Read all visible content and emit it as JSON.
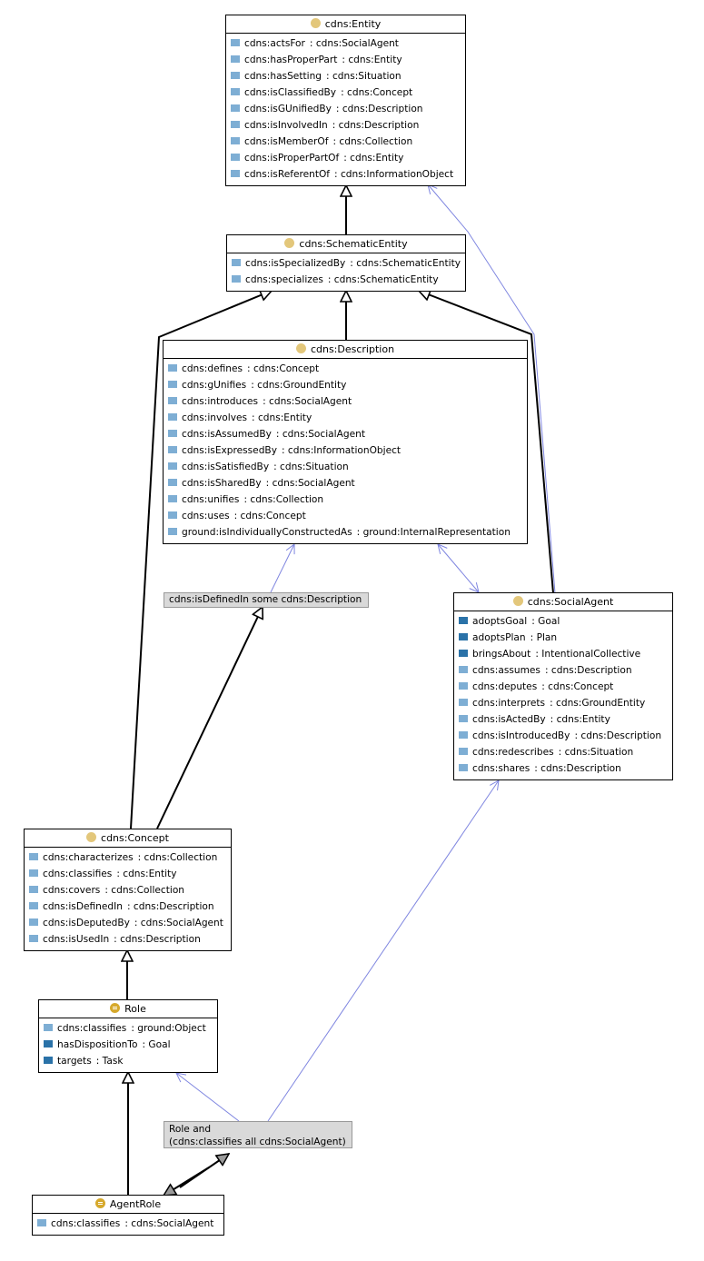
{
  "classes": {
    "entity": {
      "name": "cdns:Entity",
      "icon": "class-circle-icon",
      "properties": [
        {
          "name": "cdns:actsFor",
          "type": ": cdns:SocialAgent",
          "kind": "object-property"
        },
        {
          "name": "cdns:hasProperPart",
          "type": ": cdns:Entity",
          "kind": "object-property"
        },
        {
          "name": "cdns:hasSetting",
          "type": ": cdns:Situation",
          "kind": "object-property"
        },
        {
          "name": "cdns:isClassifiedBy",
          "type": ": cdns:Concept",
          "kind": "object-property"
        },
        {
          "name": "cdns:isGUnifiedBy",
          "type": ": cdns:Description",
          "kind": "object-property"
        },
        {
          "name": "cdns:isInvolvedIn",
          "type": ": cdns:Description",
          "kind": "object-property"
        },
        {
          "name": "cdns:isMemberOf",
          "type": ": cdns:Collection",
          "kind": "object-property"
        },
        {
          "name": "cdns:isProperPartOf",
          "type": ": cdns:Entity",
          "kind": "object-property"
        },
        {
          "name": "cdns:isReferentOf",
          "type": ": cdns:InformationObject",
          "kind": "object-property"
        }
      ]
    },
    "schematic_entity": {
      "name": "cdns:SchematicEntity",
      "icon": "class-circle-icon",
      "properties": [
        {
          "name": "cdns:isSpecializedBy",
          "type": ": cdns:SchematicEntity",
          "kind": "object-property"
        },
        {
          "name": "cdns:specializes",
          "type": ": cdns:SchematicEntity",
          "kind": "object-property"
        }
      ]
    },
    "description": {
      "name": "cdns:Description",
      "icon": "class-circle-icon",
      "properties": [
        {
          "name": "cdns:defines",
          "type": ": cdns:Concept",
          "kind": "object-property"
        },
        {
          "name": "cdns:gUnifies",
          "type": ": cdns:GroundEntity",
          "kind": "object-property"
        },
        {
          "name": "cdns:introduces",
          "type": ": cdns:SocialAgent",
          "kind": "object-property"
        },
        {
          "name": "cdns:involves",
          "type": ": cdns:Entity",
          "kind": "object-property"
        },
        {
          "name": "cdns:isAssumedBy",
          "type": ": cdns:SocialAgent",
          "kind": "object-property"
        },
        {
          "name": "cdns:isExpressedBy",
          "type": ": cdns:InformationObject",
          "kind": "object-property"
        },
        {
          "name": "cdns:isSatisfiedBy",
          "type": ": cdns:Situation",
          "kind": "object-property"
        },
        {
          "name": "cdns:isSharedBy",
          "type": ": cdns:SocialAgent",
          "kind": "object-property"
        },
        {
          "name": "cdns:unifies",
          "type": ": cdns:Collection",
          "kind": "object-property"
        },
        {
          "name": "cdns:uses",
          "type": ": cdns:Concept",
          "kind": "object-property"
        },
        {
          "name": "ground:isIndividuallyConstructedAs",
          "type": ": ground:InternalRepresentation",
          "kind": "object-property"
        }
      ]
    },
    "social_agent": {
      "name": "cdns:SocialAgent",
      "icon": "class-circle-icon",
      "properties": [
        {
          "name": "adoptsGoal",
          "type": ": Goal",
          "kind": "local-object-property"
        },
        {
          "name": "adoptsPlan",
          "type": ": Plan",
          "kind": "local-object-property"
        },
        {
          "name": "bringsAbout",
          "type": ": IntentionalCollective",
          "kind": "local-object-property"
        },
        {
          "name": "cdns:assumes",
          "type": ": cdns:Description",
          "kind": "object-property"
        },
        {
          "name": "cdns:deputes",
          "type": ": cdns:Concept",
          "kind": "object-property"
        },
        {
          "name": "cdns:interprets",
          "type": ": cdns:GroundEntity",
          "kind": "object-property"
        },
        {
          "name": "cdns:isActedBy",
          "type": ": cdns:Entity",
          "kind": "object-property"
        },
        {
          "name": "cdns:isIntroducedBy",
          "type": ": cdns:Description",
          "kind": "object-property"
        },
        {
          "name": "cdns:redescribes",
          "type": ": cdns:Situation",
          "kind": "object-property"
        },
        {
          "name": "cdns:shares",
          "type": ": cdns:Description",
          "kind": "object-property"
        }
      ]
    },
    "concept": {
      "name": "cdns:Concept",
      "icon": "class-circle-icon",
      "properties": [
        {
          "name": "cdns:characterizes",
          "type": ": cdns:Collection",
          "kind": "object-property"
        },
        {
          "name": "cdns:classifies",
          "type": ": cdns:Entity",
          "kind": "object-property"
        },
        {
          "name": "cdns:covers",
          "type": ": cdns:Collection",
          "kind": "object-property"
        },
        {
          "name": "cdns:isDefinedIn",
          "type": ": cdns:Description",
          "kind": "object-property"
        },
        {
          "name": "cdns:isDeputedBy",
          "type": ": cdns:SocialAgent",
          "kind": "object-property"
        },
        {
          "name": "cdns:isUsedIn",
          "type": ": cdns:Description",
          "kind": "object-property"
        }
      ]
    },
    "role": {
      "name": "Role",
      "icon": "defined-class-icon",
      "properties": [
        {
          "name": "cdns:classifies",
          "type": ": ground:Object",
          "kind": "object-property"
        },
        {
          "name": "hasDispositionTo",
          "type": ": Goal",
          "kind": "local-object-property"
        },
        {
          "name": "targets",
          "type": ": Task",
          "kind": "local-object-property"
        }
      ]
    },
    "agent_role": {
      "name": "AgentRole",
      "icon": "defined-class-icon",
      "properties": [
        {
          "name": "cdns:classifies",
          "type": ": cdns:SocialAgent",
          "kind": "object-property"
        }
      ]
    }
  },
  "anonymous_classes": {
    "is_defined_in": {
      "lines": [
        "cdns:isDefinedIn some cdns:Description"
      ]
    },
    "role_and": {
      "lines": [
        "Role and",
        "(cdns:classifies all cdns:SocialAgent)"
      ]
    }
  },
  "edges": [
    {
      "from": "cdns:SchematicEntity",
      "to": "cdns:Entity",
      "kind": "subclass"
    },
    {
      "from": "cdns:Description",
      "to": "cdns:SchematicEntity",
      "kind": "subclass"
    },
    {
      "from": "cdns:Concept",
      "to": "cdns:SchematicEntity",
      "kind": "subclass"
    },
    {
      "from": "cdns:SocialAgent",
      "to": "cdns:SchematicEntity",
      "kind": "subclass"
    },
    {
      "from": "cdns:Concept",
      "to": "cdns:isDefinedIn some cdns:Description",
      "kind": "subclass"
    },
    {
      "from": "cdns:isDefinedIn some cdns:Description",
      "to": "cdns:Description",
      "kind": "reference"
    },
    {
      "from": "cdns:SocialAgent",
      "to": "cdns:Entity",
      "kind": "reference"
    },
    {
      "from": "cdns:Description",
      "to": "cdns:SocialAgent",
      "kind": "reference-bidirectional"
    },
    {
      "from": "Role",
      "to": "cdns:Concept",
      "kind": "subclass"
    },
    {
      "from": "AgentRole",
      "to": "Role",
      "kind": "subclass"
    },
    {
      "from": "AgentRole",
      "to": "Role and (cdns:classifies all cdns:SocialAgent)",
      "kind": "equivalent"
    },
    {
      "from": "Role and (cdns:classifies all cdns:SocialAgent)",
      "to": "Role",
      "kind": "reference"
    },
    {
      "from": "Role and (cdns:classifies all cdns:SocialAgent)",
      "to": "cdns:SocialAgent",
      "kind": "reference"
    }
  ],
  "colors": {
    "class_icon": "#e3c77b",
    "defined_class_icon": "#d6a92c",
    "object_property": "#7eaed4",
    "local_object_property": "#2a72a8",
    "subclass_edge": "#000000",
    "reference_edge": "#7f86e0",
    "anonymous_fill": "#d9d9d9"
  }
}
